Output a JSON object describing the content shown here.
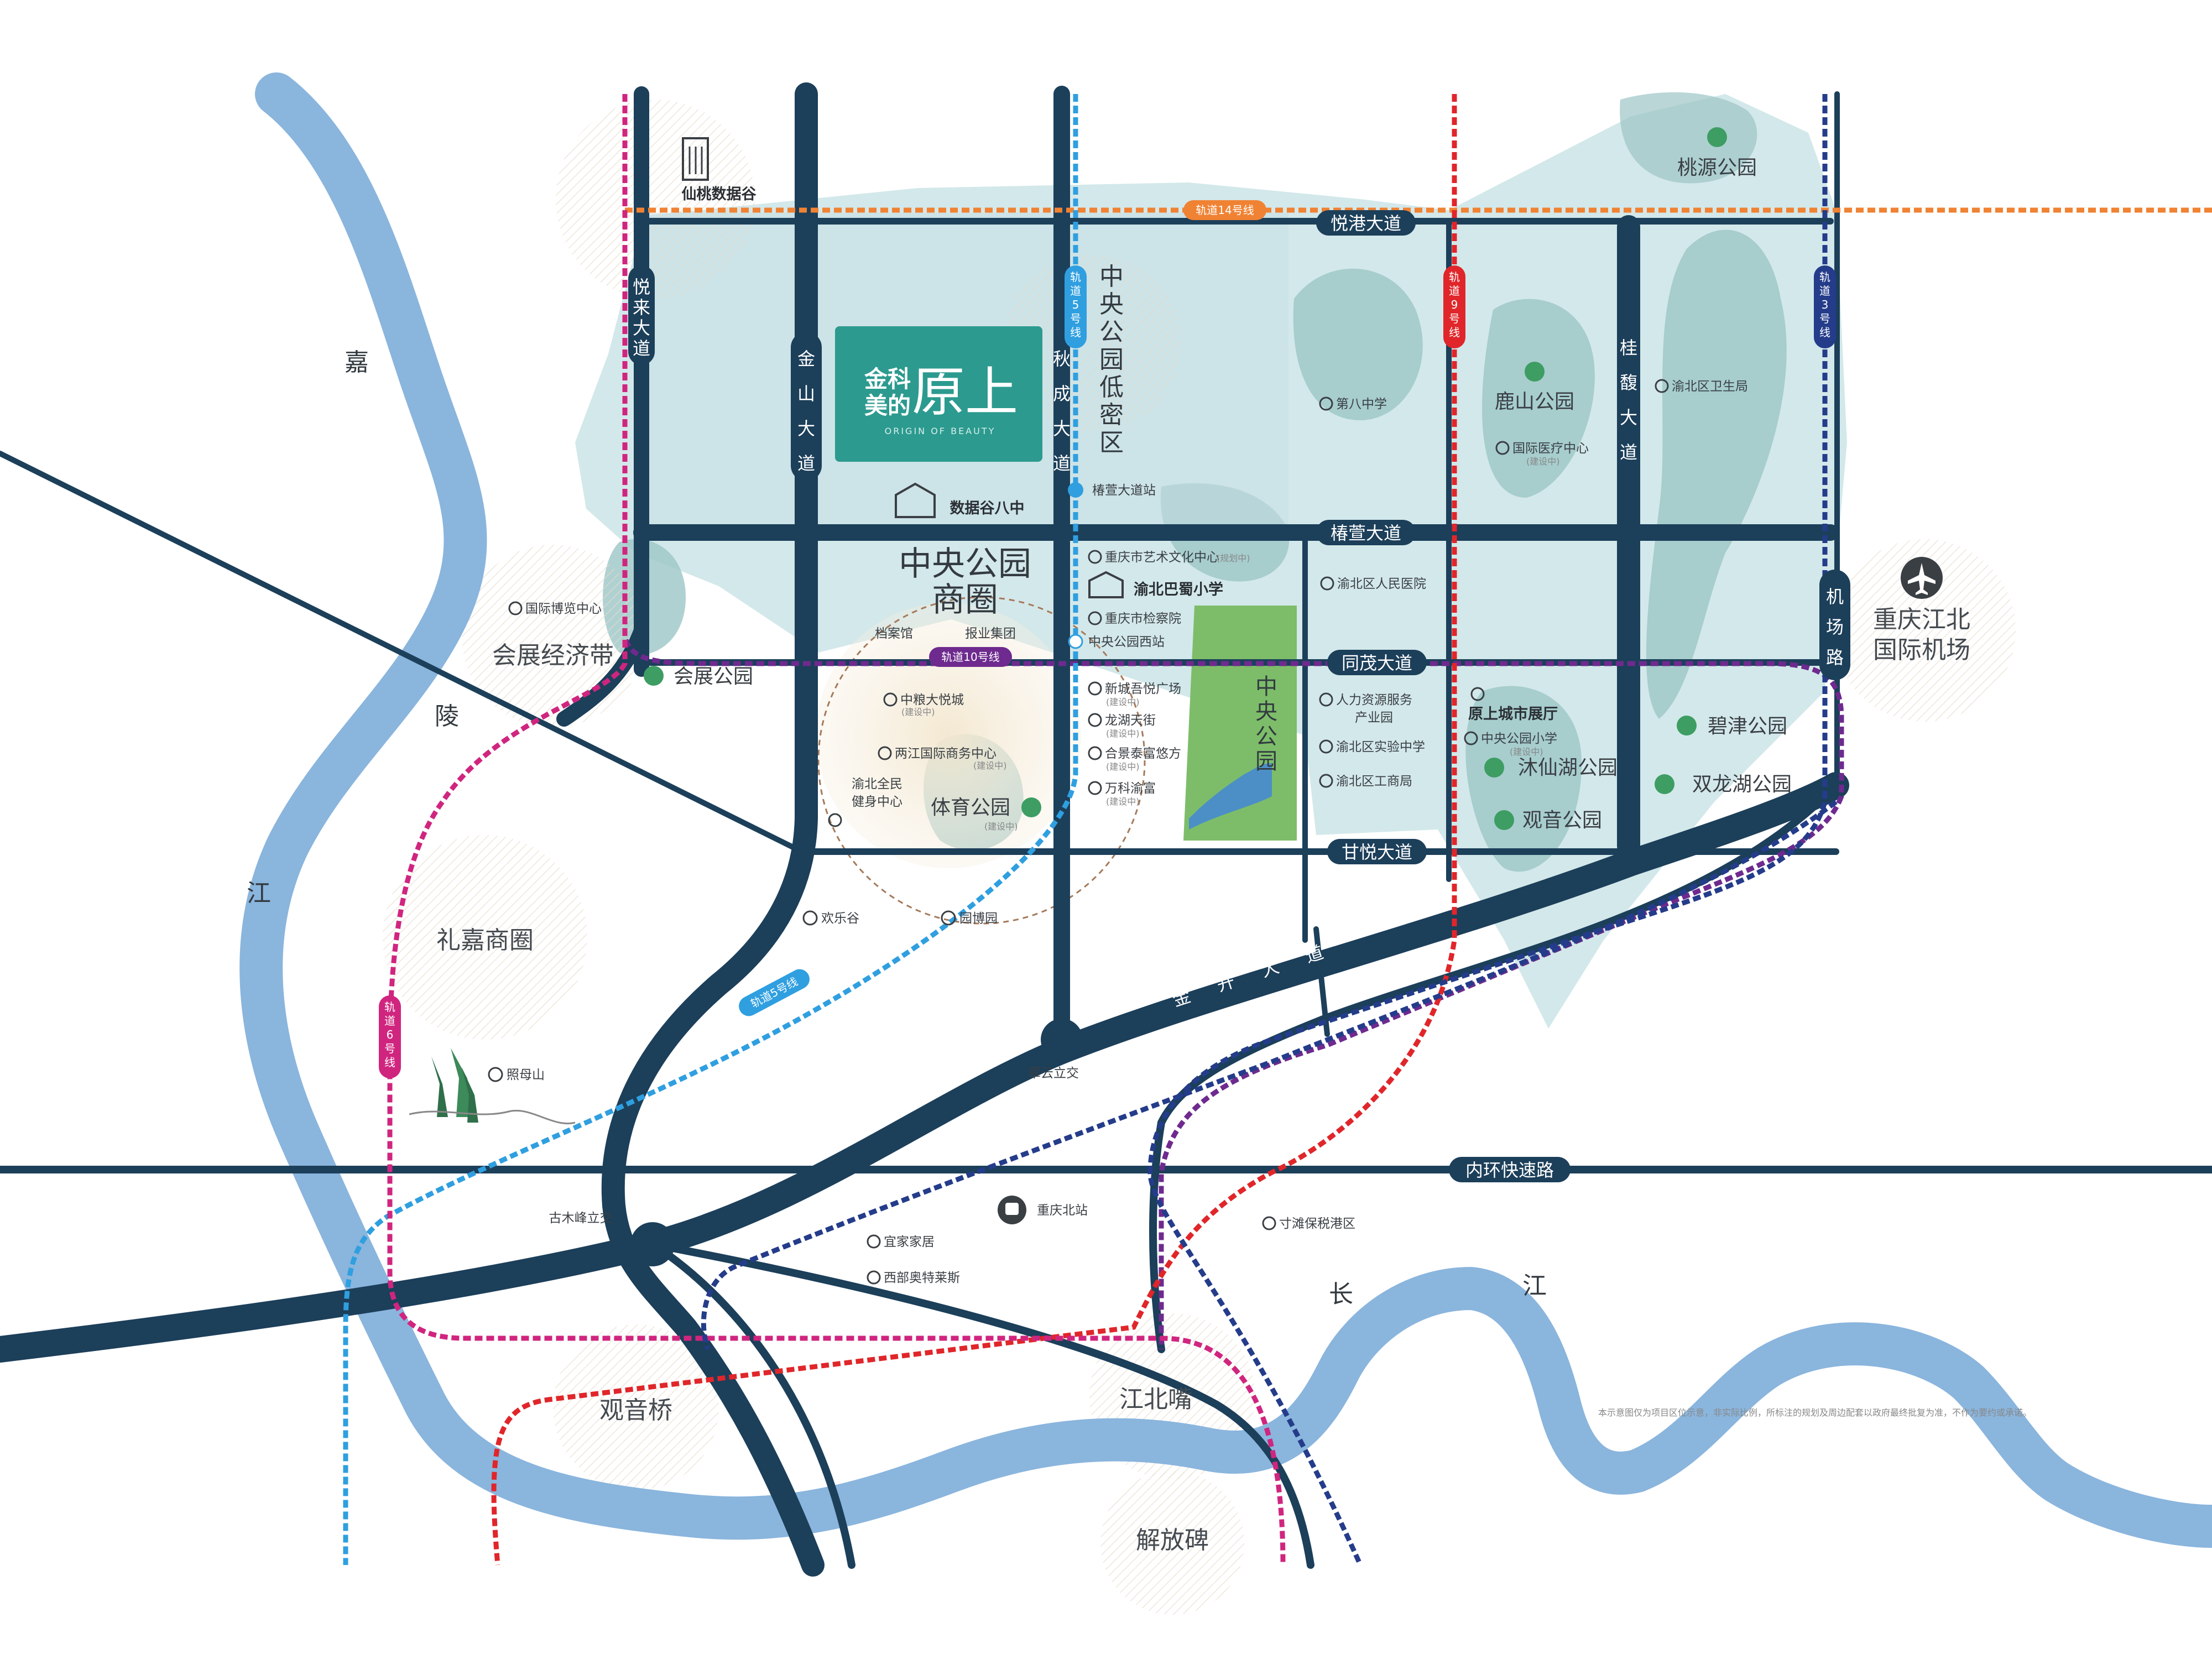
{
  "colors": {
    "river": "#8ab5dd",
    "road": "#1c3f5a",
    "green_zone": "#d3e8ea",
    "forest": "#9cc5c5",
    "park": "#7dbd6a",
    "logo_bg": "#2c9a8f",
    "line5": "#2f9fe0",
    "line6": "#d0257f",
    "line9": "#e0262a",
    "line10": "#6e2a8e",
    "line14": "#f08233",
    "line3": "#243c8a",
    "circle": "#d9c8aa"
  },
  "logo": {
    "brand_line1": "金科",
    "brand_line2": "美的",
    "brand_big": "原上",
    "tagline": "ORIGIN OF BEAUTY"
  },
  "rivers": {
    "jialing_1": "嘉",
    "jialing_2": "陵",
    "jialing_3": "江",
    "yangtze_1": "长",
    "yangtze_2": "江"
  },
  "roads": {
    "yuegang": "悦港大道",
    "chunying": "椿萱大道",
    "tongmao": "同茂大道",
    "ganyue": "甘悦大道",
    "jinkai": [
      "金",
      "开",
      "大",
      "道"
    ],
    "neihuan": "内环快速路",
    "yuelai": [
      "悦",
      "来",
      "大",
      "道"
    ],
    "jinshan": [
      "金",
      "山",
      "大",
      "道"
    ],
    "qiucheng": [
      "秋",
      "成",
      "大",
      "道"
    ],
    "guifu": [
      "桂",
      "馥",
      "大",
      "道"
    ],
    "jichang": [
      "机",
      "场",
      "路"
    ]
  },
  "metro_lines": {
    "line14": "轨道14号线",
    "line10": "轨道10号线",
    "line5_top": [
      "轨",
      "道",
      "5",
      "号",
      "线"
    ],
    "line5_bottom": "轨道5号线",
    "line9": [
      "轨",
      "道",
      "9",
      "号",
      "线"
    ],
    "line3": [
      "轨",
      "道",
      "3",
      "号",
      "线"
    ],
    "line6": [
      "轨",
      "道",
      "6",
      "号",
      "线"
    ]
  },
  "districts": {
    "central_park_low": [
      "中",
      "央",
      "公",
      "园",
      "低",
      "密",
      "区"
    ],
    "central_park_biz_1": "中央公园",
    "central_park_biz_2": "商圈",
    "huizhan": "会展经济带",
    "lijia": "礼嘉商圈",
    "guanyinqiao": "观音桥",
    "jiangbeizui": "江北嘴",
    "jiefangbei": "解放碑",
    "airport_1": "重庆江北",
    "airport_2": "国际机场",
    "central_park_v": [
      "中",
      "央",
      "公",
      "园"
    ]
  },
  "parks": {
    "taoyuan": "桃源公园",
    "lushan": "鹿山公园",
    "huizhan_park": "会展公园",
    "tiyu": "体育公园",
    "bijin": "碧津公园",
    "muxianhu": "沐仙湖公园",
    "shuanglonghu": "双龙湖公园",
    "guanyin_park": "观音公园"
  },
  "pois": {
    "xiantao": "仙桃数据谷",
    "shujugu8": "数据谷八中",
    "chunying_station": "椿萱大道站",
    "guoji_bolan": "国际博览中心",
    "yishu": "重庆市艺术文化中心",
    "yishu_note": "(规划中)",
    "bashu": "渝北巴蜀小学",
    "jianchayuan": "重庆市检察院",
    "dangan": "档案馆",
    "baoye": "报业集团",
    "zhongyang_west": "中央公园西站",
    "zhongliang": "中粮大悦城",
    "liangjiang": "两江国际商务中心",
    "quanmin_1": "渝北全民",
    "quanmin_2": "健身中心",
    "xincheng": "新城吾悦广场",
    "longhu": "龙湖天街",
    "hejing": "合景泰富悠方",
    "wanke": "万科渝富",
    "jianshezhong": "(建设中)",
    "di8": "第八中学",
    "weisheng": "渝北区卫生局",
    "yiliao": "国际医疗中心",
    "renmin": "渝北区人民医院",
    "renli_1": "人力资源服务",
    "renli_2": "产业园",
    "shiyan": "渝北区实验中学",
    "gongshang": "渝北区工商局",
    "zhanting": "原上城市展厅",
    "zhongyang_xiao": "中央公园小学",
    "huanle": "欢乐谷",
    "yuanbo": "园博园",
    "zhaomu": "照母山",
    "cuiyun": "翠云立交",
    "gumufeng": "古木峰立交",
    "beizhan": "重庆北站",
    "yijia": "宜家家居",
    "aotelai": "西部奥特莱斯",
    "cuntan": "寸滩保税港区",
    "footnote": "本示意图仅为项目区位示意，非实际比例，所标注的规划及周边配套以政府最终批复为准，不作为要约或承诺。"
  }
}
